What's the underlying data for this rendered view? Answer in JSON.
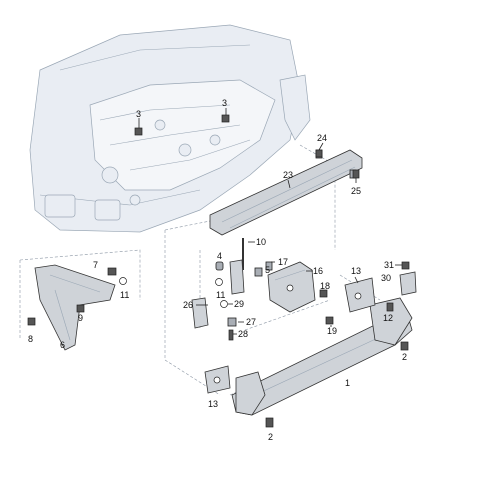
{
  "callouts": {
    "c3a": "3",
    "c3b": "3",
    "c24": "24",
    "c23": "23",
    "c25": "25",
    "c10": "10",
    "c4": "4",
    "c5": "5",
    "c17": "17",
    "c16": "16",
    "c18": "18",
    "c13a": "13",
    "c31": "31",
    "c30": "30",
    "c7": "7",
    "c11a": "11",
    "c11b": "11",
    "c9": "9",
    "c8": "8",
    "c6": "6",
    "c26": "26",
    "c29": "29",
    "c27": "27",
    "c28": "28",
    "c19": "19",
    "c12": "12",
    "c1": "1",
    "c2a": "2",
    "c2b": "2",
    "c13b": "13"
  },
  "highlight_color": "#f2b01e"
}
